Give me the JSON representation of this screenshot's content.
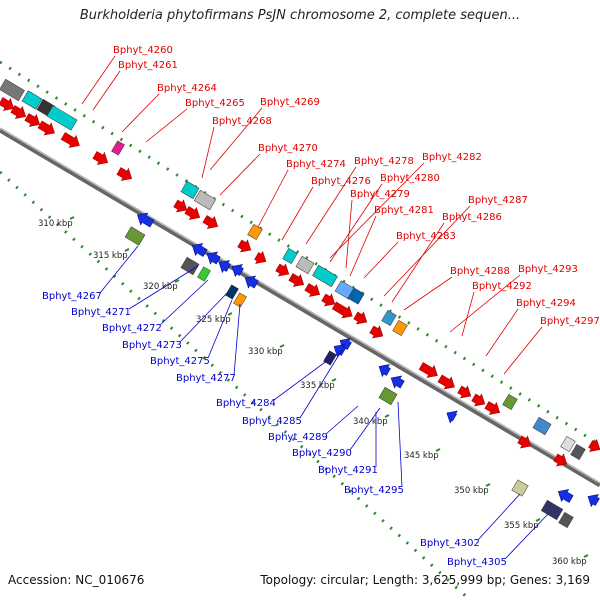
{
  "title": "Burkholderia phytofirmans PsJN chromosome 2, complete sequen...",
  "accession_text": "Accession: NC_010676",
  "topology_text": "Topology: circular; Length: 3,625,999 bp; Genes: 3,169",
  "colors": {
    "forward_label": "#e00000",
    "reverse_label": "#0000cc",
    "backbone": "#888888",
    "dots": "#2a8a2a"
  },
  "ticks": [
    "310 kbp",
    "315 kbp",
    "320 kbp",
    "325 kbp",
    "330 kbp",
    "335 kbp",
    "340 kbp",
    "345 kbp",
    "350 kbp",
    "355 kbp",
    "360 kbp"
  ],
  "forward_labels": [
    "Bphyt_4260",
    "Bphyt_4261",
    "Bphyt_4264",
    "Bphyt_4265",
    "Bphyt_4269",
    "Bphyt_4268",
    "Bphyt_4270",
    "Bphyt_4274",
    "Bphyt_4276",
    "Bphyt_4278",
    "Bphyt_4282",
    "Bphyt_4280",
    "Bphyt_4279",
    "Bphyt_4281",
    "Bphyt_4287",
    "Bphyt_4286",
    "Bphyt_4283",
    "Bphyt_4288",
    "Bphyt_4293",
    "Bphyt_4292",
    "Bphyt_4294",
    "Bphyt_4297"
  ],
  "reverse_labels": [
    "Bphyt_4267",
    "Bphyt_4271",
    "Bphyt_4272",
    "Bphyt_4273",
    "Bphyt_4275",
    "Bphyt_4277",
    "Bphyt_4284",
    "Bphyt_4285",
    "Bphyt_4289",
    "Bphyt_4290",
    "Bphyt_4291",
    "Bphyt_4295",
    "Bphyt_4302",
    "Bphyt_4305"
  ]
}
